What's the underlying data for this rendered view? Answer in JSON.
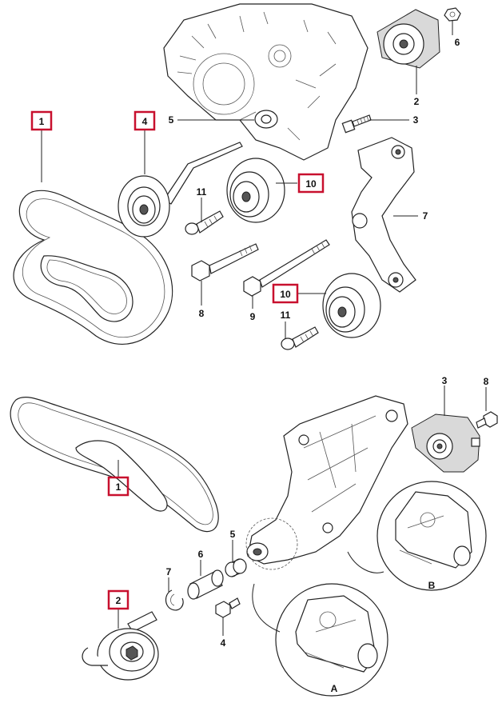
{
  "top": {
    "labels": {
      "l1": "1",
      "l2": "2",
      "l3": "3",
      "l4": "4",
      "l5": "5",
      "l6": "6",
      "l7": "7",
      "l8": "8",
      "l9": "9",
      "l10a": "10",
      "l10b": "10",
      "l11a": "11",
      "l11b": "11"
    }
  },
  "bottom": {
    "labels": {
      "l1": "1",
      "l2": "2",
      "l3": "3",
      "l4": "4",
      "l5": "5",
      "l6": "6",
      "l7": "7",
      "l8": "8",
      "detailA": "A",
      "detailB": "B"
    }
  },
  "highlight_color": "#c8102e"
}
